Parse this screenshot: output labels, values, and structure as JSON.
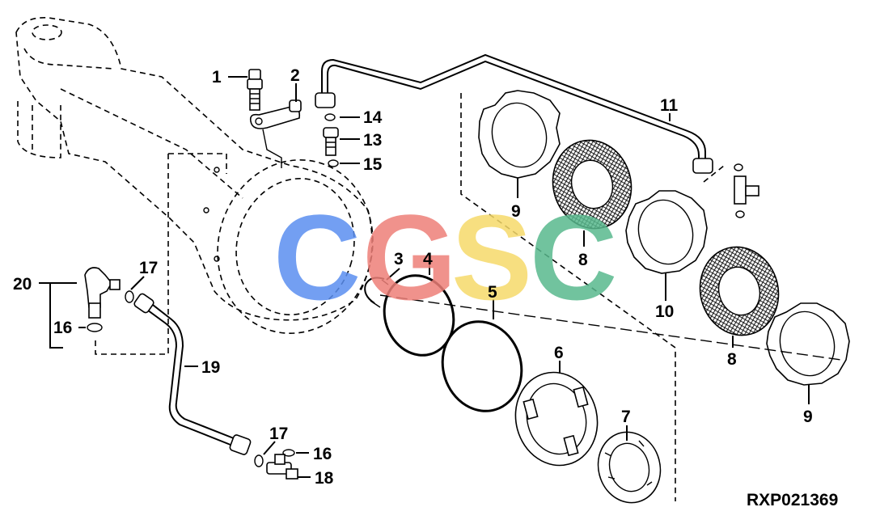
{
  "diagram": {
    "code": "RXP021369",
    "callouts": [
      "1",
      "2",
      "3",
      "4",
      "5",
      "6",
      "7",
      "8",
      "8",
      "9",
      "9",
      "10",
      "11",
      "13",
      "14",
      "15",
      "16",
      "16",
      "17",
      "17",
      "18",
      "19",
      "20"
    ],
    "watermark": [
      "C",
      "G",
      "S",
      "C"
    ],
    "colors": {
      "ink": "#000000",
      "watermark_blue": "#5b8ff0",
      "watermark_red": "#ee7f78",
      "watermark_yellow": "#f6da6a",
      "watermark_green": "#59b98e"
    }
  }
}
